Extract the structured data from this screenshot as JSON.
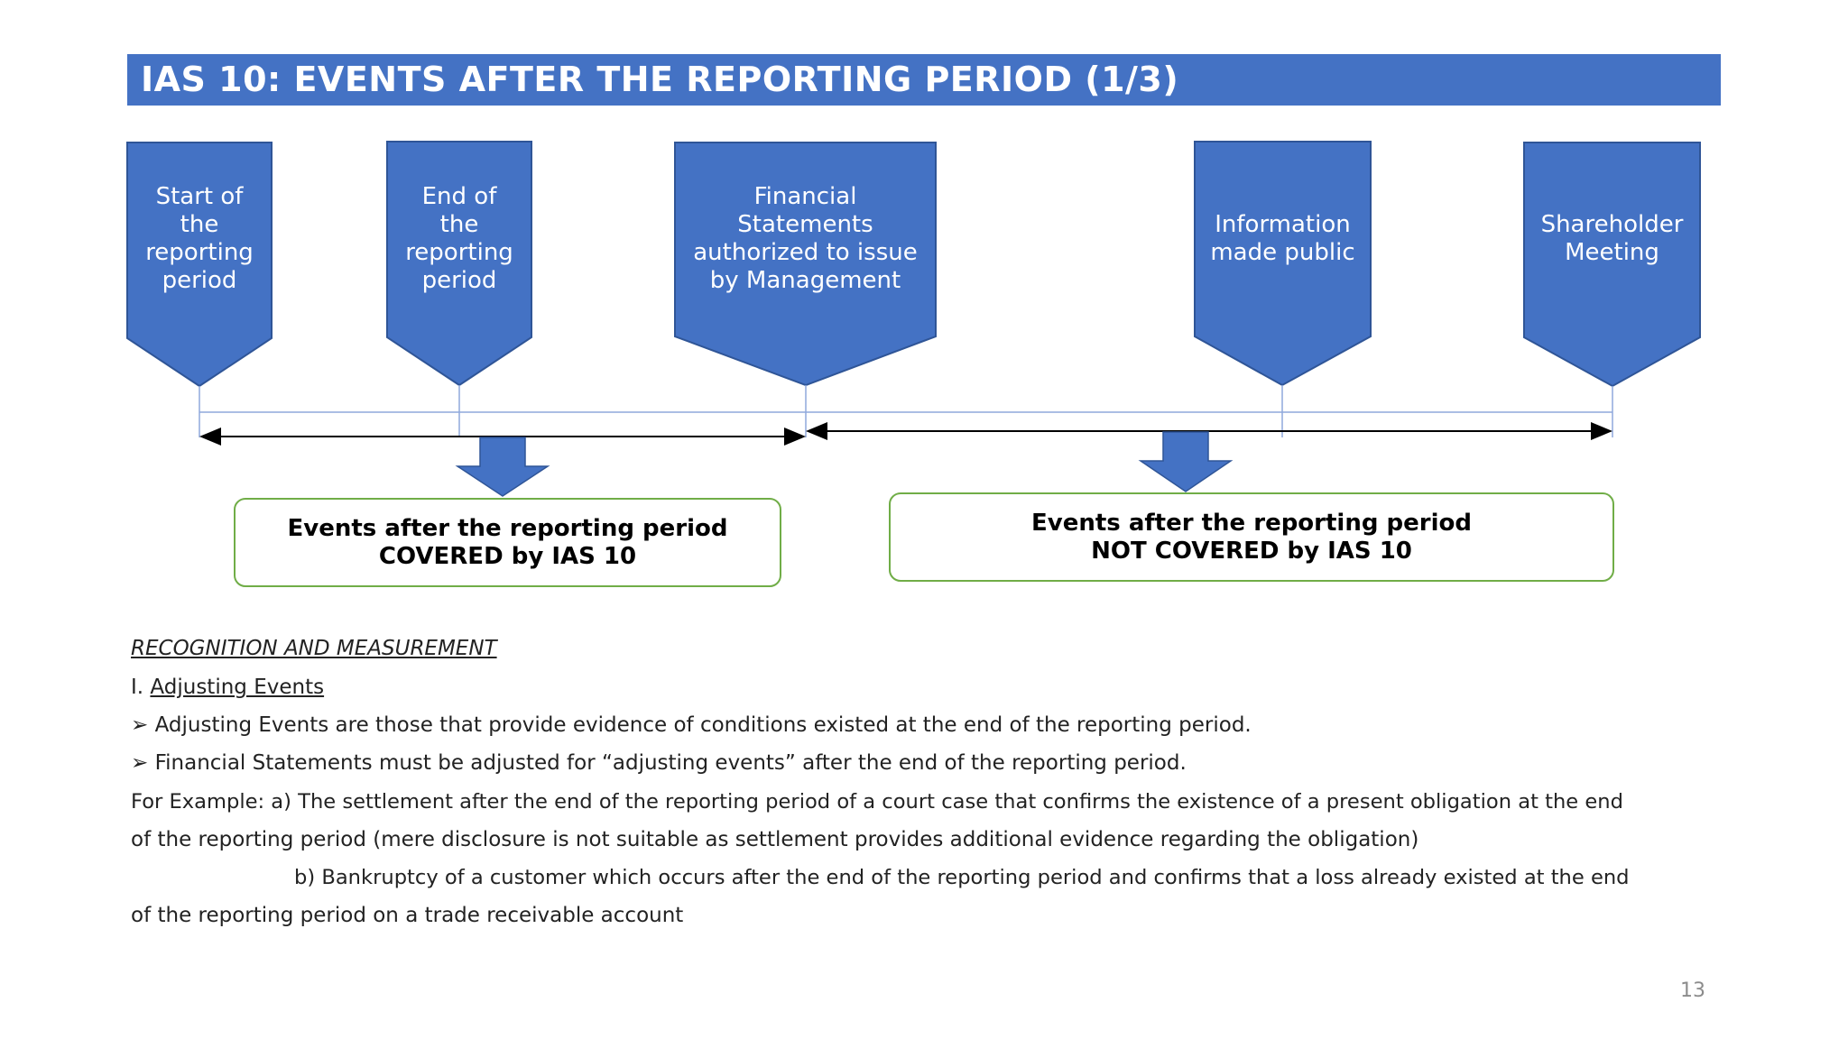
{
  "title": "IAS 10: EVENTS AFTER THE REPORTING PERIOD (1/3)",
  "timeline": {
    "milestones": [
      {
        "label": "Start  of\nthe\nreporting\nperiod"
      },
      {
        "label": "End of\nthe\nreporting\nperiod"
      },
      {
        "label": "Financial\nStatements\nauthorized to issue\nby Management"
      },
      {
        "label": "Information\nmade public"
      },
      {
        "label": "Shareholder\nMeeting"
      }
    ],
    "covered_box": {
      "line1": "Events after the reporting period",
      "line2": "COVERED by IAS 10"
    },
    "not_covered_box": {
      "line1": "Events after the reporting period",
      "line2": "NOT COVERED by IAS 10"
    }
  },
  "colors": {
    "accent": "#4472c4",
    "box_border": "#70ad47"
  },
  "body": {
    "section_heading": "RECOGNITION AND MEASUREMENT",
    "subheading_number": "I.",
    "subheading_text": "Adjusting Events",
    "bullet_icon": "arrowhead-bullet-icon",
    "bullets": [
      "Adjusting Events are those that provide evidence of conditions existed at the end of the reporting period.",
      "Financial Statements must be adjusted for “adjusting events” after the end of the reporting period."
    ],
    "example_line1": "For Example: a) The settlement after the end of the reporting period of a court case that confirms the existence of a present obligation at the end",
    "example_line2": "of the reporting period (mere disclosure is not suitable as settlement provides additional evidence regarding the obligation)",
    "example_b_line1": "b) Bankruptcy of a customer which occurs after the end of the reporting period and confirms that a loss already existed at the end",
    "example_b_line2": "of the reporting period on a trade receivable account"
  },
  "page_number": "13"
}
